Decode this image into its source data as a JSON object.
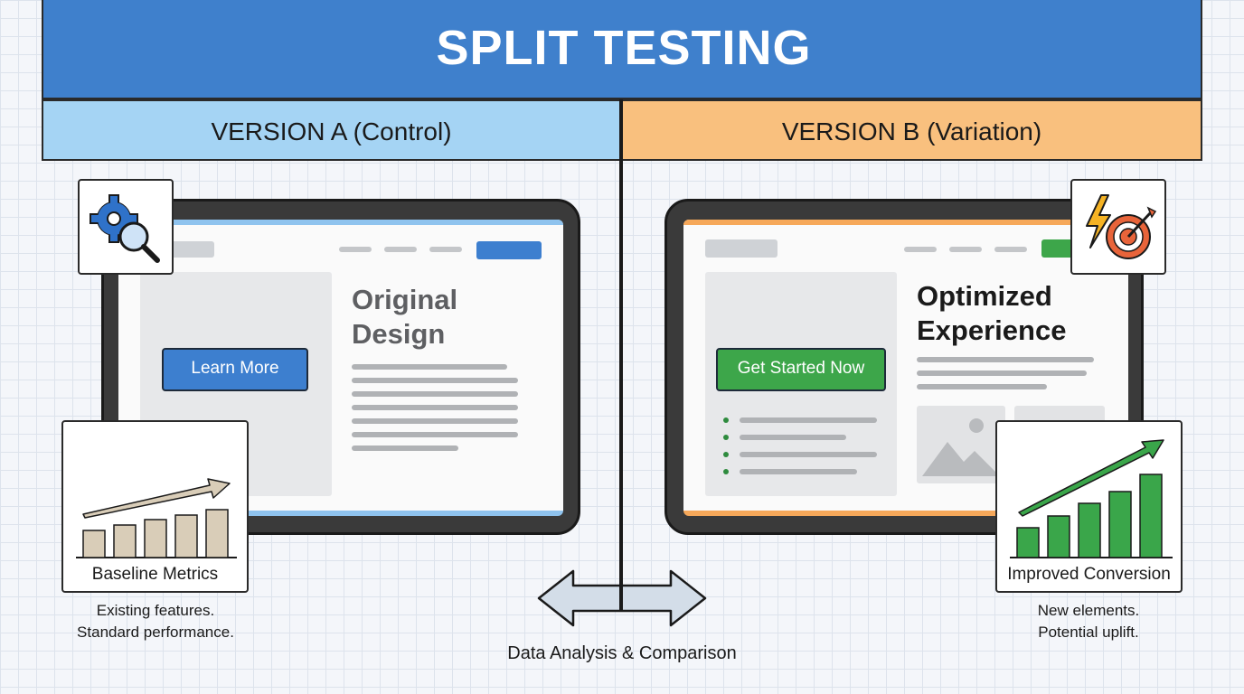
{
  "title": "SPLIT TESTING",
  "version_a": {
    "header": "VERSION A (Control)",
    "heading_line1": "Original",
    "heading_line2": "Design",
    "cta_label": "Learn More",
    "metrics_label": "Baseline Metrics",
    "caption_line1": "Existing features.",
    "caption_line2": "Standard performance.",
    "icon": "gear-magnifier-icon",
    "accent_color": "#3d7fcf",
    "bar_values": [
      2,
      3,
      3.5,
      4,
      4.5
    ]
  },
  "version_b": {
    "header": "VERSION B (Variation)",
    "heading_line1": "Optimized",
    "heading_line2": "Experience",
    "cta_label": "Get Started Now",
    "metrics_label": "Improved Conversion",
    "caption_line1": "New elements.",
    "caption_line2": "Potential uplift.",
    "icon": "lightning-target-icon",
    "accent_color": "#3da64a",
    "bar_values": [
      2,
      3,
      4,
      5,
      6.5
    ]
  },
  "footer": "Data Analysis & Comparison",
  "colors": {
    "title_bg": "#3f80cc",
    "version_a_bg": "#a5d4f4",
    "version_b_bg": "#f9c07e",
    "baseline_bar": "#d9cdb8",
    "improved_bar": "#3aa64a"
  }
}
